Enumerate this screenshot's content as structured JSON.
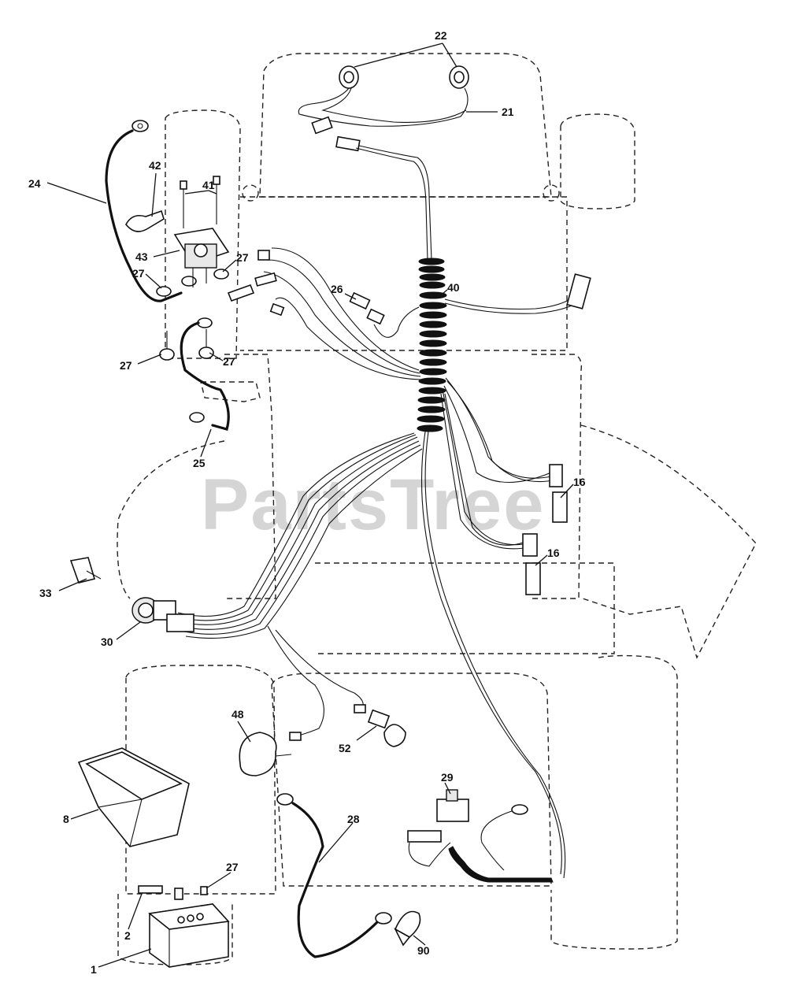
{
  "diagram": {
    "watermark": "PartsTree",
    "callouts": {
      "c22": "22",
      "c21": "21",
      "c24": "24",
      "c42": "42",
      "c41": "41",
      "c43": "43",
      "c27a": "27",
      "c27b": "27",
      "c27c": "27",
      "c27d": "27",
      "c26": "26",
      "c40": "40",
      "c25": "25",
      "c16a": "16",
      "c16b": "16",
      "c33": "33",
      "c30": "30",
      "c48": "48",
      "c52": "52",
      "c8": "8",
      "c28": "28",
      "c29": "29",
      "c27e": "27",
      "c2": "2",
      "c1": "1",
      "c90": "90"
    }
  }
}
